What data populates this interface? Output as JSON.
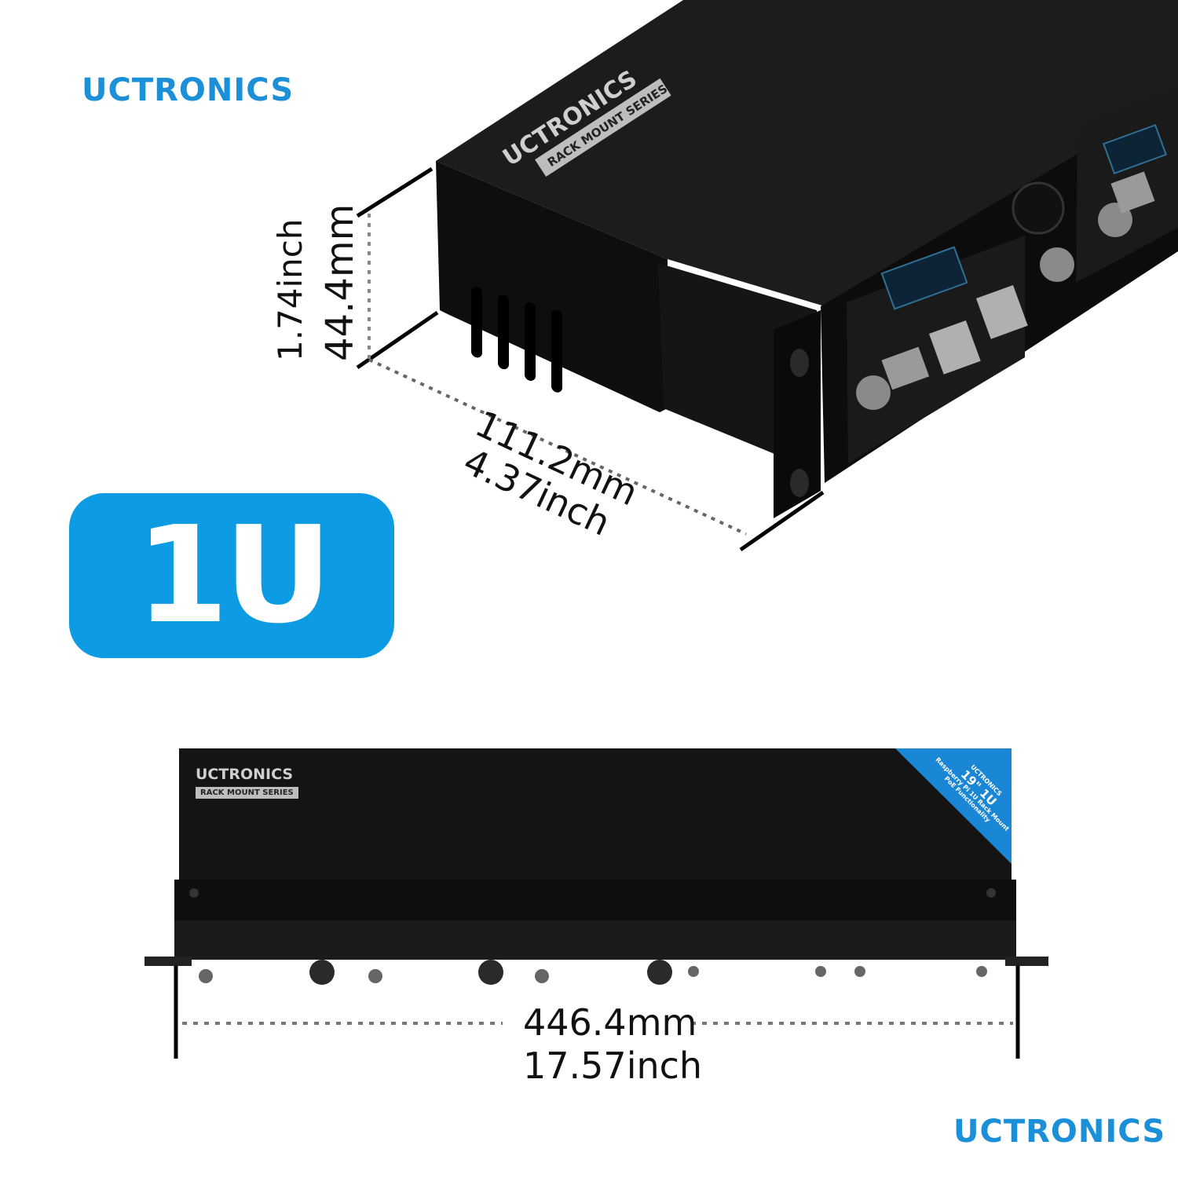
{
  "brand": {
    "logo_top": "UCTRONICS",
    "logo_bottom": "UCTRONICS"
  },
  "badge": {
    "label": "1U"
  },
  "product_top": {
    "logo": "UCTRONICS",
    "series": "RACK MOUNT SERIES"
  },
  "product_front": {
    "logo": "UCTRONICS",
    "series": "RACK MOUNT SERIES",
    "corner_label": {
      "brand": "UCTRONICS",
      "size": "19\" 1U",
      "line1": "Raspberry Pi 1U Rack Mount",
      "line2": "PoE Functionality"
    }
  },
  "dimensions": {
    "height_mm": "44.4mm",
    "height_in": "1.74inch",
    "depth_mm": "111.2mm",
    "depth_in": "4.37inch",
    "width_mm": "446.4mm",
    "width_in": "17.57inch"
  },
  "colors": {
    "brand_blue": "#1b8fd8",
    "badge_blue": "#0d9be3",
    "chassis": "#141414"
  }
}
